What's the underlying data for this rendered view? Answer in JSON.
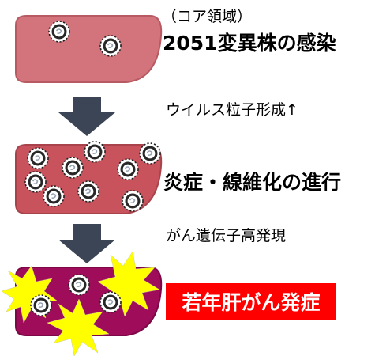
{
  "labels": {
    "region": "（コア領域）",
    "stage1": "2051変異株の感染",
    "step1": "ウイルス粒子形成↑",
    "stage2": "炎症・線維化の進行",
    "step2": "がん遺伝子高発現",
    "stage3": "若年肝がん発症"
  },
  "colors": {
    "tissue_normal": "#d3737c",
    "tissue_normal_border": "#b85a62",
    "tissue_inflamed": "#c9535d",
    "tissue_inflamed_border": "#a8434c",
    "tissue_cancer": "#9e0c5a",
    "tissue_cancer_border": "#7d0747",
    "arrow": "#3b4556",
    "burst": "#ffff00",
    "label_highlight": "#ff0000"
  },
  "icons": {
    "virus": "virus-particle-icon",
    "burst": "tumor-burst-icon",
    "arrow": "down-arrow-icon"
  }
}
